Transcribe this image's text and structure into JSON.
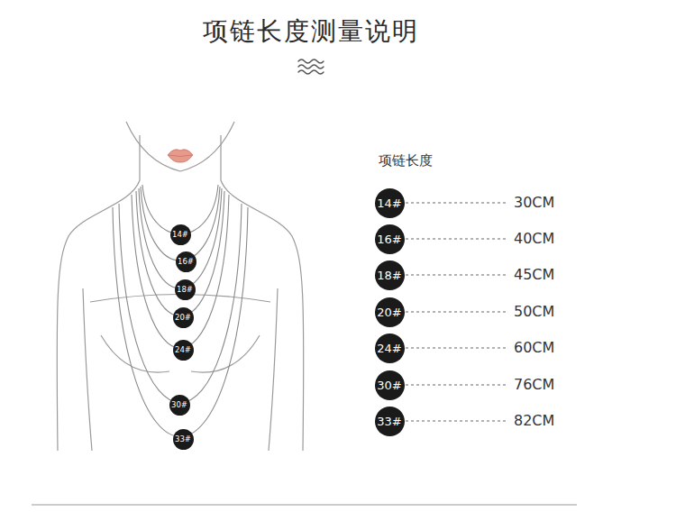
{
  "diagram": {
    "title": "项链长度测量说明",
    "nodes": [
      {
        "text": [
          "14#"
        ]
      },
      {
        "text": [
          "16#"
        ]
      },
      {
        "text": [
          "18#"
        ]
      },
      {
        "text": [
          "20#"
        ]
      },
      {
        "text": [
          "24#"
        ]
      },
      {
        "text": [
          "30#"
        ]
      },
      {
        "text": [
          "33#"
        ]
      },
      {
        "text": [
          "14#"
        ]
      },
      {
        "text": [
          "16#"
        ]
      },
      {
        "text": [
          "18#"
        ]
      },
      {
        "text": [
          "20#"
        ]
      },
      {
        "text": [
          "24#"
        ]
      },
      {
        "text": [
          "30#"
        ]
      },
      {
        "text": [
          "33#"
        ]
      }
    ],
    "labels": [
      "项链长度",
      "30CM",
      "40CM",
      "45CM",
      "50CM",
      "60CM",
      "76CM",
      "82CM"
    ]
  }
}
